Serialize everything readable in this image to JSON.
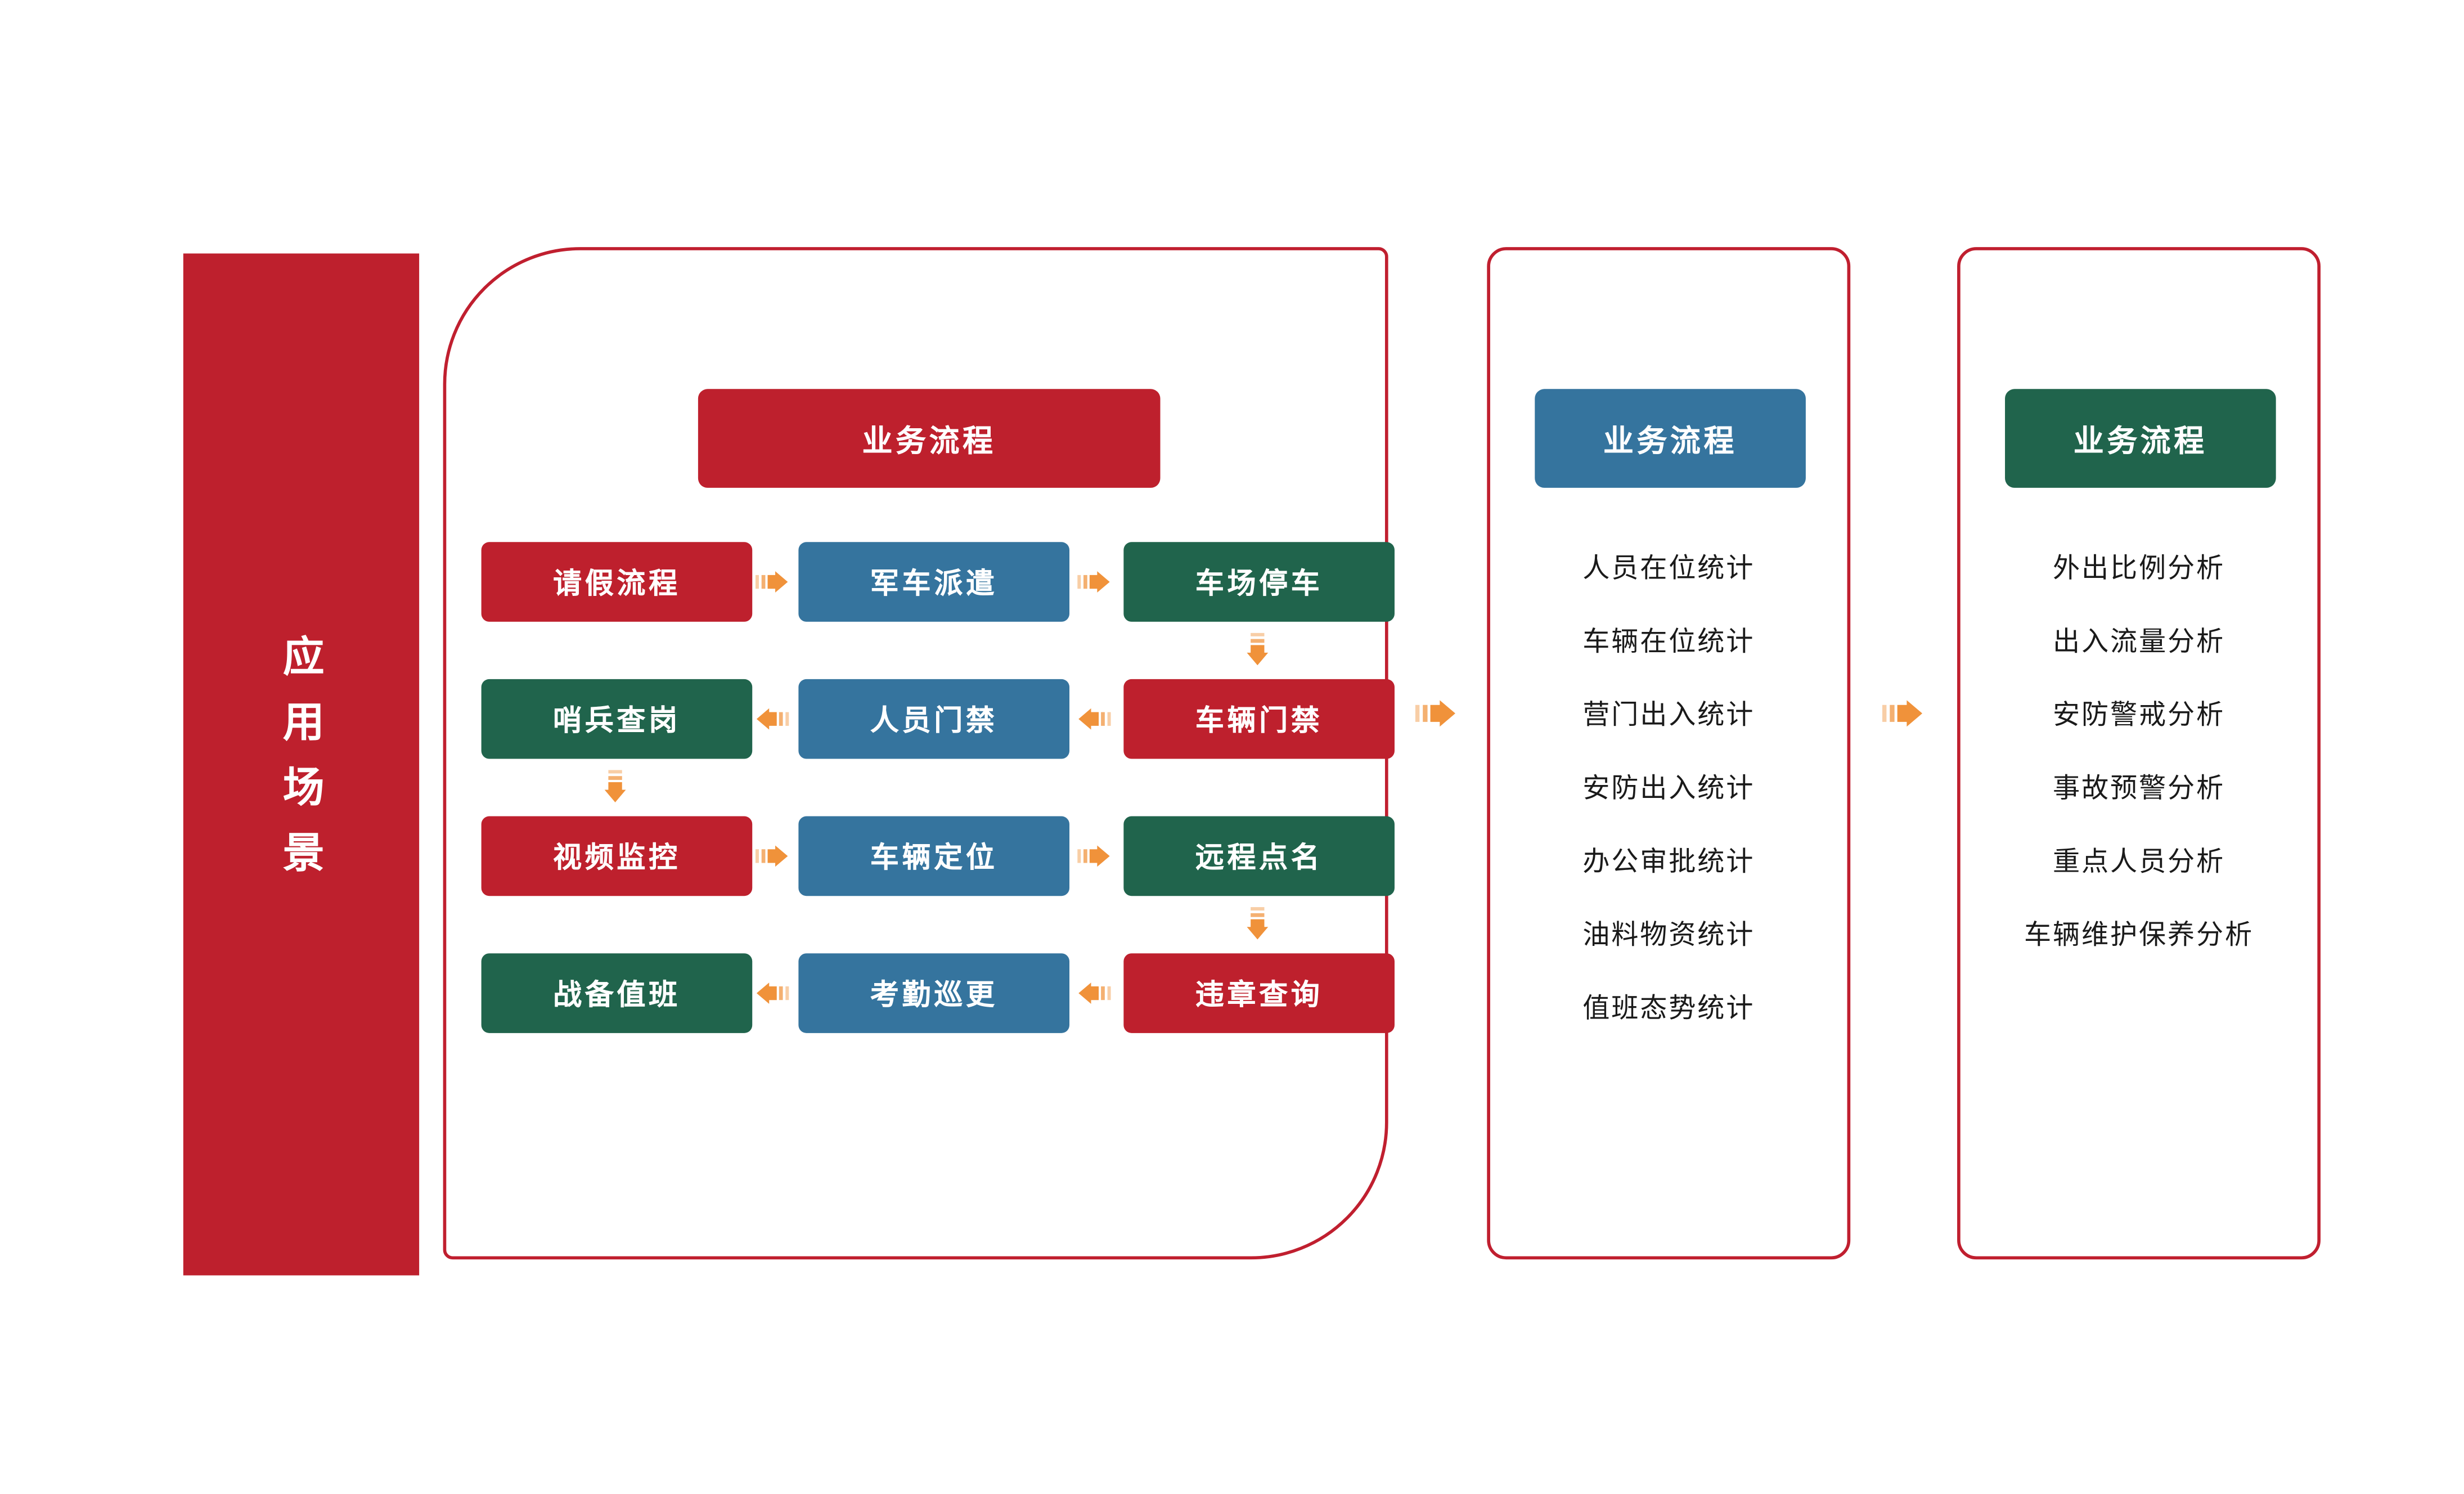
{
  "colors": {
    "red": "#BE202D",
    "blue": "#35749E",
    "green": "#20644C",
    "orange": "#F0923A",
    "panel_border": "#C01F2F"
  },
  "sidebar": {
    "title": "应用场景",
    "color": "red"
  },
  "panel1": {
    "header": "业务流程",
    "header_color": "red",
    "rows": [
      {
        "cells": [
          {
            "label": "请假流程",
            "color": "red"
          },
          {
            "label": "军车派遣",
            "color": "blue"
          },
          {
            "label": "车场停车",
            "color": "green"
          }
        ],
        "arrow_direction": "right"
      },
      {
        "cells": [
          {
            "label": "哨兵查岗",
            "color": "green"
          },
          {
            "label": "人员门禁",
            "color": "blue"
          },
          {
            "label": "车辆门禁",
            "color": "red"
          }
        ],
        "arrow_direction": "left"
      },
      {
        "cells": [
          {
            "label": "视频监控",
            "color": "red"
          },
          {
            "label": "车辆定位",
            "color": "blue"
          },
          {
            "label": "远程点名",
            "color": "green"
          }
        ],
        "arrow_direction": "right"
      },
      {
        "cells": [
          {
            "label": "战备值班",
            "color": "green"
          },
          {
            "label": "考勤巡更",
            "color": "blue"
          },
          {
            "label": "违章查询",
            "color": "red"
          }
        ],
        "arrow_direction": "left"
      }
    ],
    "down_arrows": [
      {
        "from": "车场停车",
        "to": "车辆门禁"
      },
      {
        "from": "哨兵查岗",
        "to": "视频监控"
      },
      {
        "from": "远程点名",
        "to": "违章查询"
      }
    ]
  },
  "panel2": {
    "header": "业务流程",
    "header_color": "blue",
    "items": [
      "人员在位统计",
      "车辆在位统计",
      "营门出入统计",
      "安防出入统计",
      "办公审批统计",
      "油料物资统计",
      "值班态势统计"
    ]
  },
  "panel3": {
    "header": "业务流程",
    "header_color": "green",
    "items": [
      "外出比例分析",
      "出入流量分析",
      "安防警戒分析",
      "事故预警分析",
      "重点人员分析",
      "车辆维护保养分析"
    ]
  }
}
